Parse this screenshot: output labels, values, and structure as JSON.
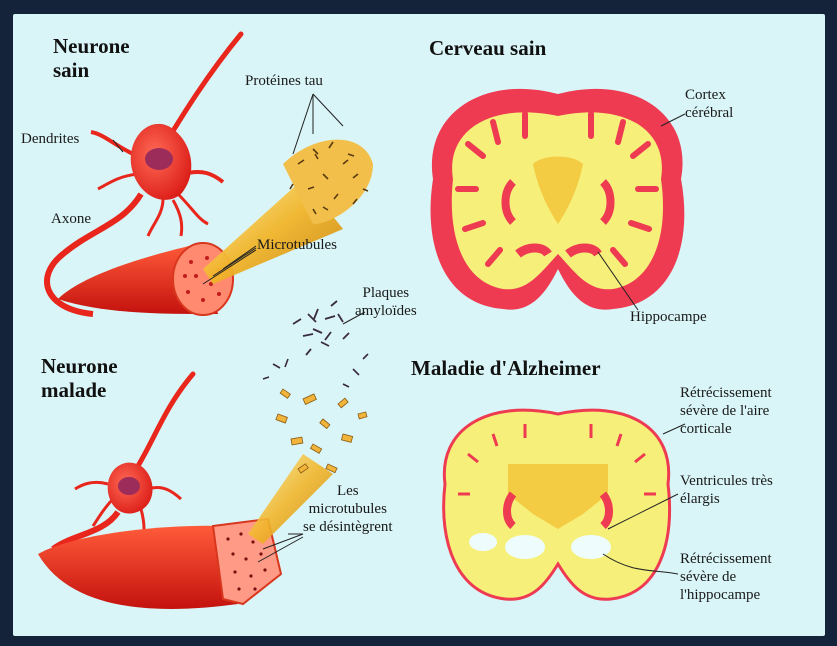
{
  "sections": {
    "healthy_neuron": "Neurone\nsain",
    "healthy_brain": "Cerveau sain",
    "sick_neuron": "Neurone\nmalade",
    "alzheimer": "Maladie d'Alzheimer"
  },
  "labels": {
    "dendrites": "Dendrites",
    "axon": "Axone",
    "tau": "Protéines tau",
    "microtubules": "Microtubules",
    "cortex": "Cortex\ncérébral",
    "hippocampus": "Hippocampe",
    "plaques": "Plaques\namyloïdes",
    "disintegrate": "Les\nmicrotubules\nse désintègrent",
    "cortical_shrink": "Rétrécissement\nsévère de l'aire\ncorticale",
    "ventricles": "Ventricules très\nélargis",
    "hippo_shrink": "Rétrécissement\nsévère de\nl'hippocampe"
  },
  "colors": {
    "background": "#d9f5f8",
    "frame": "#14233a",
    "neuron_red": "#e8261c",
    "cortex_red": "#ee3b52",
    "white_matter": "#f6f07a",
    "inner_yellow": "#f4cc44"
  }
}
